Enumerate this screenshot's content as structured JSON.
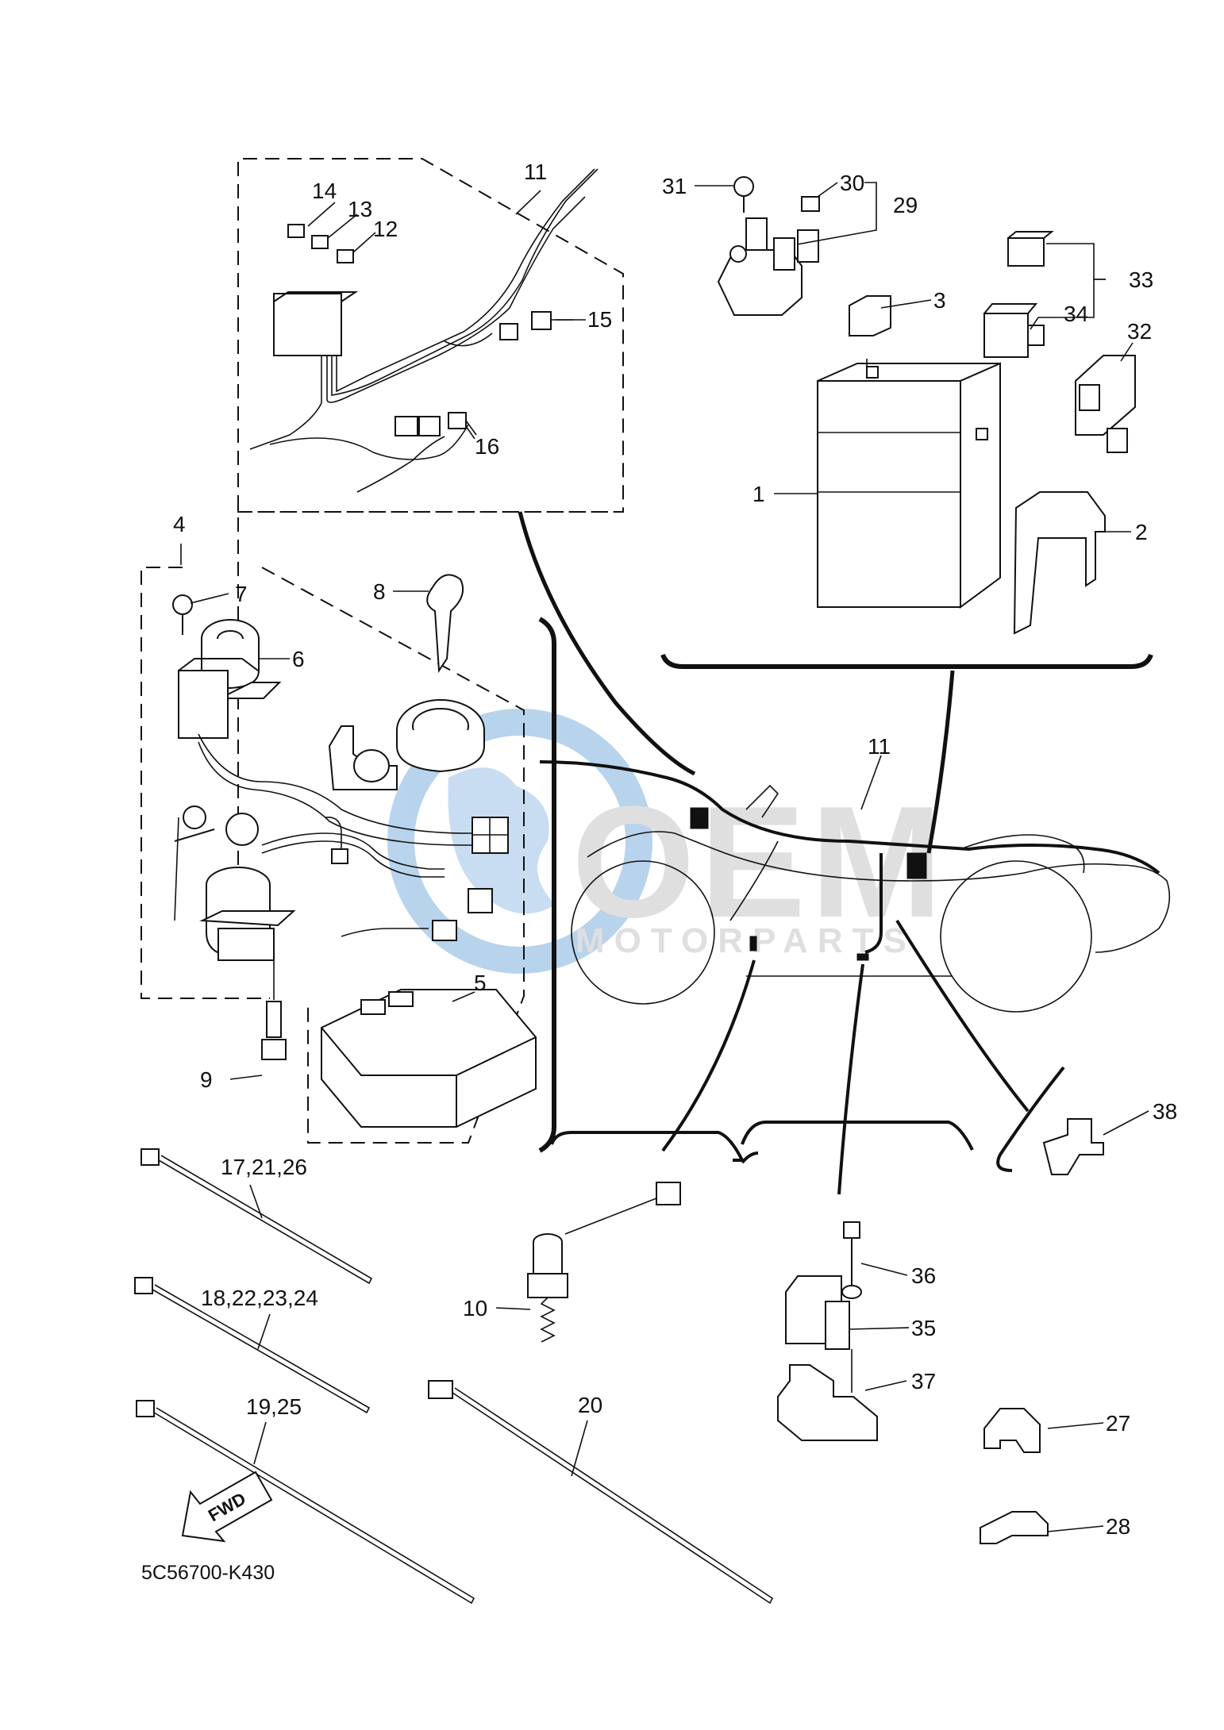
{
  "diagram": {
    "code": "5C56700-K430",
    "fwd_label": "FWD",
    "callouts": {
      "c1": "1",
      "c2": "2",
      "c3": "3",
      "c4": "4",
      "c5": "5",
      "c6": "6",
      "c7": "7",
      "c8": "8",
      "c9": "9",
      "c10": "10",
      "c11": "11",
      "c11b": "11",
      "c12": "12",
      "c13": "13",
      "c14": "14",
      "c15": "15",
      "c16": "16",
      "c17": "17,21,26",
      "c18": "18,22,23,24",
      "c19": "19,25",
      "c20": "20",
      "c27": "27",
      "c28": "28",
      "c29": "29",
      "c30": "30",
      "c31": "31",
      "c32": "32",
      "c33": "33",
      "c34": "34",
      "c35": "35",
      "c36": "36",
      "c37": "37",
      "c38": "38"
    }
  },
  "watermark": {
    "brand": "OEM",
    "tagline": "MOTORPARTS",
    "accent_color": "#7fb0de"
  }
}
